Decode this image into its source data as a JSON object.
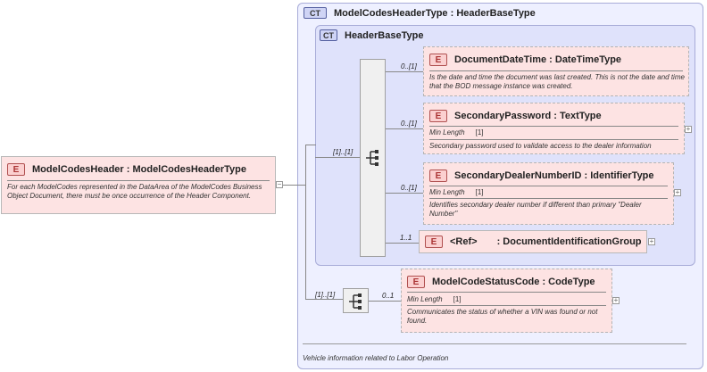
{
  "root": {
    "badge": "E",
    "name": "ModelCodesHeader : ModelCodesHeaderType",
    "doc": "For each ModelCodes represented in the DataArea of the ModelCodes Business Object Document, there must be once occurrence of the Header Component.",
    "collapse": "−"
  },
  "type_outer": {
    "badge": "CT",
    "name": "ModelCodesHeaderType : HeaderBaseType",
    "doc": "Vehicle information related to Labor Operation"
  },
  "type_inner": {
    "badge": "CT",
    "name": "HeaderBaseType"
  },
  "seq1_card": "[1]..[1]",
  "seq2_card": "[1]..[1]",
  "elements": [
    {
      "badge": "E",
      "name": "DocumentDateTime : DateTimeType",
      "card": "0..[1]",
      "doc": "Is the date and time the document was last created. This is not the date and time that the BOD message instance was created."
    },
    {
      "badge": "E",
      "name": "SecondaryPassword : TextType",
      "card": "0..[1]",
      "facet_label": "Min Length",
      "facet_value": "[1]",
      "doc": "Secondary password used to validate access to the dealer information"
    },
    {
      "badge": "E",
      "name": "SecondaryDealerNumberID : IdentifierType",
      "card": "0..[1]",
      "facet_label": "Min Length",
      "facet_value": "[1]",
      "doc": "Identifies secondary dealer number if different than primary \"Dealer Number\""
    },
    {
      "badge": "E",
      "ref": "<Ref>",
      "name": ": DocumentIdentificationGroup",
      "card": "1..1"
    },
    {
      "badge": "E",
      "name": "ModelCodeStatusCode : CodeType",
      "card": "0..1",
      "facet_label": "Min Length",
      "facet_value": "[1]",
      "doc": "Communicates the status of whether a VIN was found or not found."
    }
  ],
  "expand_symbol": "+"
}
